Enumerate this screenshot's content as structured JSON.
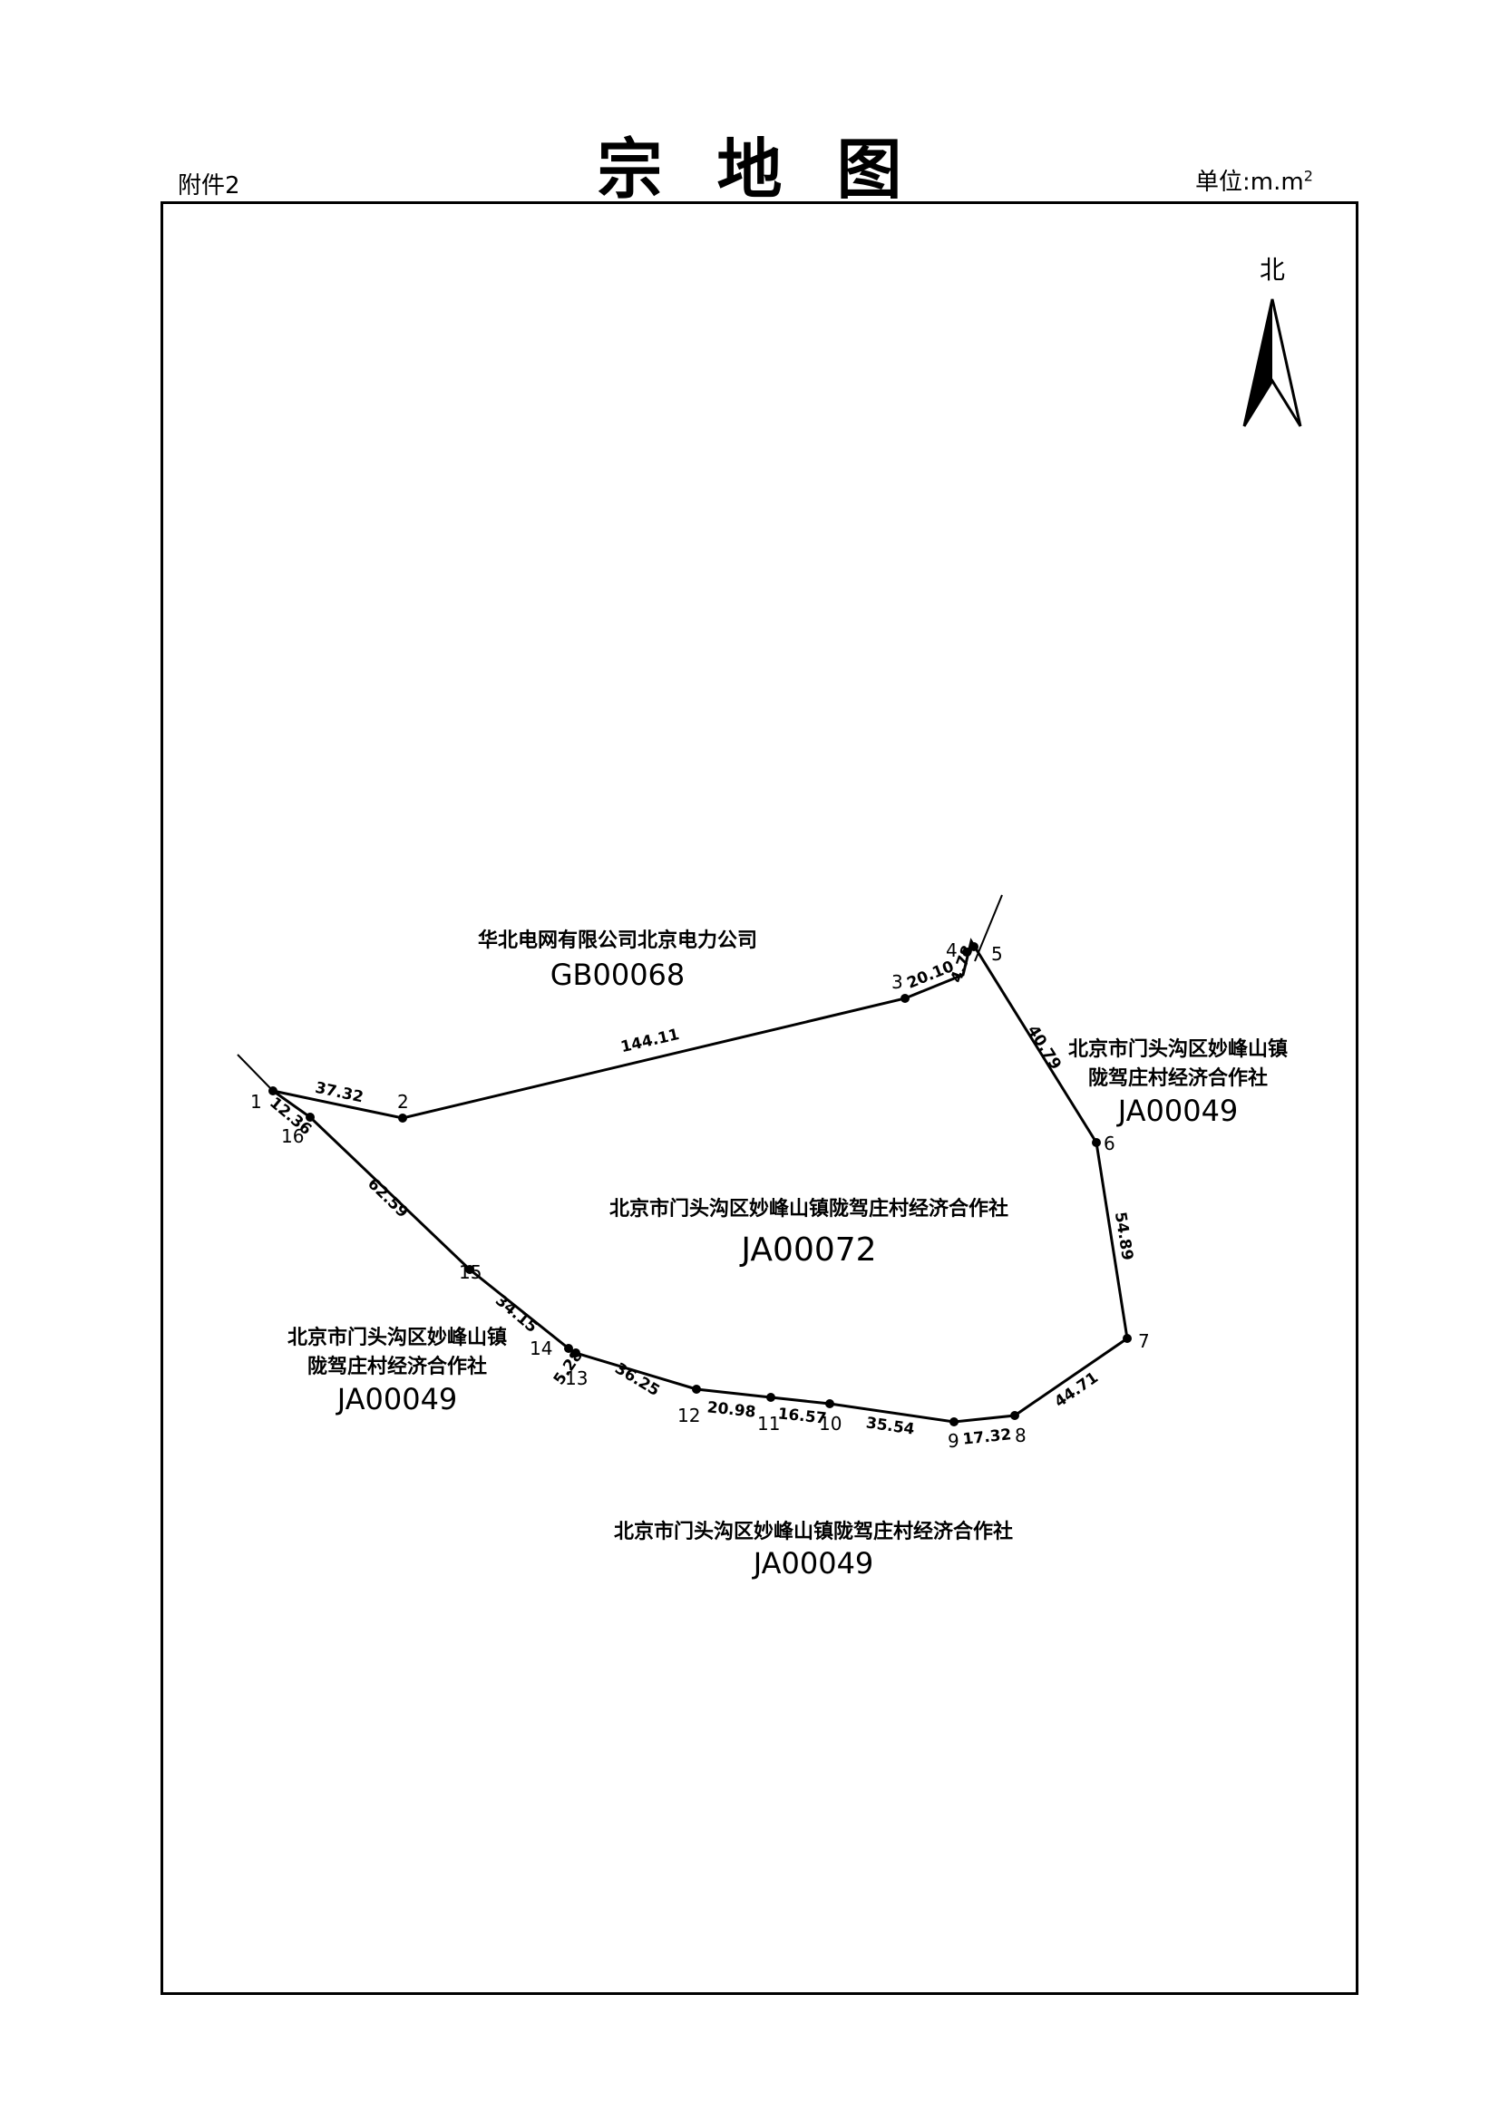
{
  "header": {
    "title": "宗地图",
    "attachment": "附件2",
    "unit_prefix": "单位:m.m",
    "unit_sup": "2"
  },
  "north_arrow": {
    "label": "北"
  },
  "parcels": {
    "north_neighbor": {
      "name": "华北电网有限公司北京电力公司",
      "code": "GB00068"
    },
    "main": {
      "name": "北京市门头沟区妙峰山镇陇驾庄村经济合作社",
      "code": "JA00072"
    },
    "east_neighbor": {
      "name_line1": "北京市门头沟区妙峰山镇",
      "name_line2": "陇驾庄村经济合作社",
      "code": "JA00049"
    },
    "west_neighbor": {
      "name_line1": "北京市门头沟区妙峰山镇",
      "name_line2": "陇驾庄村经济合作社",
      "code": "JA00049"
    },
    "south_neighbor": {
      "name": "北京市门头沟区妙峰山镇陇驾庄村经济合作社",
      "code": "JA00049"
    }
  },
  "boundary_points": [
    "1",
    "2",
    "3",
    "4",
    "5",
    "6",
    "7",
    "8",
    "9",
    "10",
    "11",
    "12",
    "13",
    "14",
    "15",
    "16"
  ],
  "segment_lengths": {
    "s1_2": "37.32",
    "s2_3": "144.11",
    "s3_4": "20.10",
    "s4_5": "4.78",
    "s5_6": "40.79",
    "s6_7": "54.89",
    "s7_8": "44.71",
    "s8_9": "17.32",
    "s9_10": "35.54",
    "s10_11": "16.57",
    "s11_12": "20.98",
    "s12_13": "36.25",
    "s13_14": "5.28",
    "s14_15": "34.15",
    "s15_16": "62.59",
    "s16_1": "12.36"
  }
}
